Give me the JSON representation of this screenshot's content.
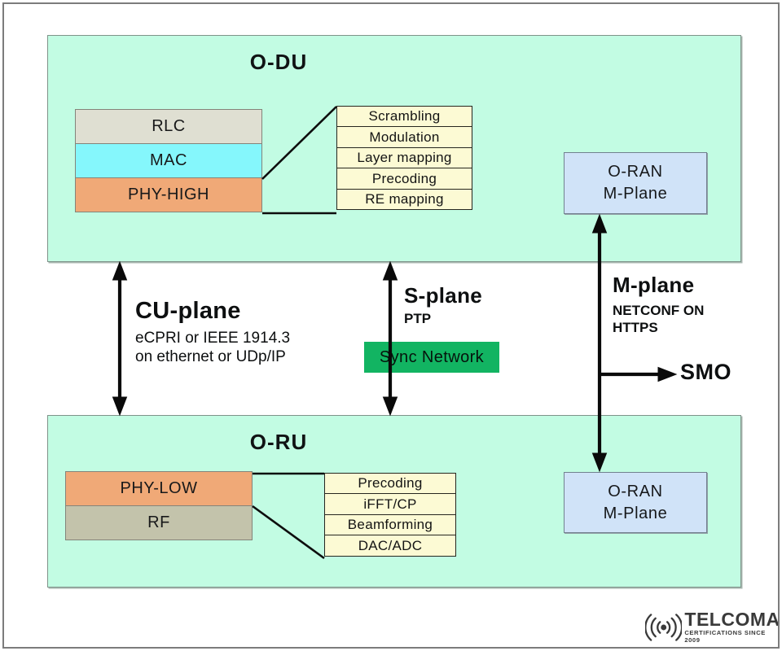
{
  "colors": {
    "mint_block": "#c2fce3",
    "function_yellow": "#fcfad4",
    "mplane_blue": "#d0e3f8",
    "phy_orange": "#f0a977",
    "mac_cyan": "#85f7fc",
    "rlc_gray": "#dfdfd2",
    "rf_olive": "#c3c3ab",
    "sync_green": "#12b462",
    "arrow_black": "#0a0a0a"
  },
  "odu": {
    "title": "O-DU",
    "layers": [
      "RLC",
      "MAC",
      "PHY-HIGH"
    ],
    "functions": [
      "Scrambling",
      "Modulation",
      "Layer mapping",
      "Precoding",
      "RE mapping"
    ],
    "mplane_box": {
      "line1": "O-RAN",
      "line2": "M-Plane"
    }
  },
  "oru": {
    "title": "O-RU",
    "layers": [
      "PHY-LOW",
      "RF"
    ],
    "functions": [
      "Precoding",
      "iFFT/CP",
      "Beamforming",
      "DAC/ADC"
    ],
    "mplane_box": {
      "line1": "O-RAN",
      "line2": "M-Plane"
    }
  },
  "planes": {
    "cu": {
      "title": "CU-plane",
      "sub1": "eCPRI or IEEE 1914.3",
      "sub2": "on ethernet or UDp/IP"
    },
    "s": {
      "title": "S-plane",
      "sub": "PTP",
      "sync_box_label": "Sync Network"
    },
    "m": {
      "title": "M-plane",
      "sub1": "NETCONF ON",
      "sub2": "HTTPS",
      "smo_label": "SMO"
    }
  },
  "logo": {
    "name": "TELCOMA",
    "tagline": "CERTIFICATIONS SINCE 2009"
  }
}
